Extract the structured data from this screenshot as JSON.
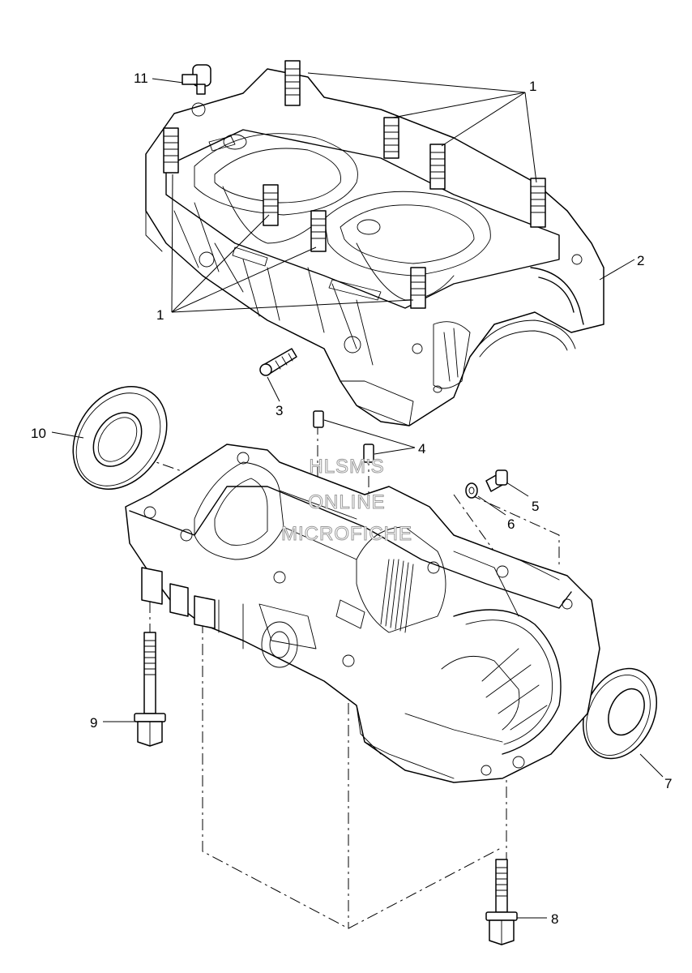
{
  "callouts": {
    "c1_top": "1",
    "c1_bottom": "1",
    "c2": "2",
    "c3": "3",
    "c4": "4",
    "c5": "5",
    "c6": "6",
    "c7": "7",
    "c8": "8",
    "c9": "9",
    "c10": "10",
    "c11": "11"
  },
  "watermark": {
    "line1": "HLSM'S",
    "line2": "ONLINE",
    "line3": "MICROFICHE"
  }
}
